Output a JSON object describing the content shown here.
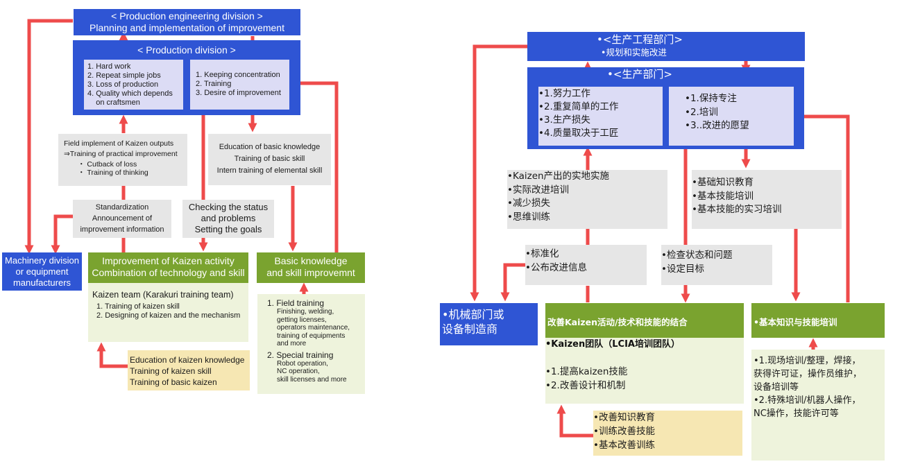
{
  "en": {
    "prod_eng": [
      "< Production engineering division >",
      "Planning and implementation of improvement"
    ],
    "prod_div": "< Production division >",
    "pd_left": [
      "1. Hard work",
      "2. Repeat simple jobs",
      "3. Loss of production",
      "4. Quality which depends",
      "    on craftsmen"
    ],
    "pd_right": [
      "1. Keeping concentration",
      "2. Training",
      "3. Desire of improvement"
    ],
    "field_impl": [
      "Field implement of Kaizen outputs",
      "⇒Training of practical improvement",
      "・ Cutback of loss",
      "・ Training of thinking"
    ],
    "education": [
      "Education of basic knowledge",
      "Training of basic skill",
      "Intern training of elemental skill"
    ],
    "standardization": [
      "Standardization",
      "Announcement of",
      "improvement information"
    ],
    "checking": [
      "Checking the status",
      "and problems",
      "Setting the goals"
    ],
    "machinery": [
      "Machinery division",
      "or equipment",
      "manufacturers"
    ],
    "kaizen_head": [
      "Improvement of Kaizen activity",
      "Combination of technology and skill"
    ],
    "kaizen_body": [
      "Kaizen team (Karakuri training team)",
      "1. Training of kaizen skill",
      "2. Designing of kaizen and the mechanism"
    ],
    "basic_head": [
      "Basic knowledge",
      "and skill improvemnt"
    ],
    "basic_body": [
      "1. Field training",
      "Finishing, welding,",
      "getting licenses,",
      "operators maintenance,",
      "training of equipments",
      "and more",
      "2. Special training",
      "Robot operation,",
      "NC operation,",
      "skill licenses and more"
    ],
    "kaizen_edu": [
      "Education of kaizen knowledge",
      "Training of kaizen skill",
      "Training of basic kaizen"
    ]
  },
  "cn": {
    "prod_eng": [
      "•<生产工程部门>",
      "•规划和实施改进"
    ],
    "prod_div": "•<生产部门>",
    "pd_left": [
      "•1.努力工作",
      "•2.重复简单的工作",
      "•3.生产损失",
      "•4.质量取决于工匠"
    ],
    "pd_right": [
      "•1.保持专注",
      "•2.培训",
      "•3..改进的愿望"
    ],
    "field_impl": [
      "•Kaizen产出的实地实施",
      "•实际改进培训",
      "•减少损失",
      "•思维训练"
    ],
    "education": [
      "•基础知识教育",
      "•基本技能培训",
      "•基本技能的实习培训"
    ],
    "standardization": [
      "•标准化",
      "•公布改进信息"
    ],
    "checking": [
      "•检查状态和问题",
      "•设定目标"
    ],
    "machinery": [
      "•机械部门或",
      "设备制造商"
    ],
    "kaizen_head": "改善Kaizen活动/技术和技能的结合",
    "kaizen_body": [
      "•Kaizen团队（LCIA培训团队）",
      "•1.提高kaizen技能",
      "•2.改善设计和机制"
    ],
    "basic_head": "•基本知识与技能培训",
    "basic_body": [
      "•1.现场培训/整理，焊接，",
      "获得许可证，操作员维护，",
      "设备培训等",
      "•2.特殊培训/机器人操作，",
      "NC操作，技能许可等"
    ],
    "kaizen_edu": [
      "•改善知识教育",
      "•训练改善技能",
      "•基本改善训练"
    ]
  },
  "colors": {
    "arrow": "#ee4b4b",
    "blue": "#2f55d4",
    "green": "#7aa32f"
  }
}
